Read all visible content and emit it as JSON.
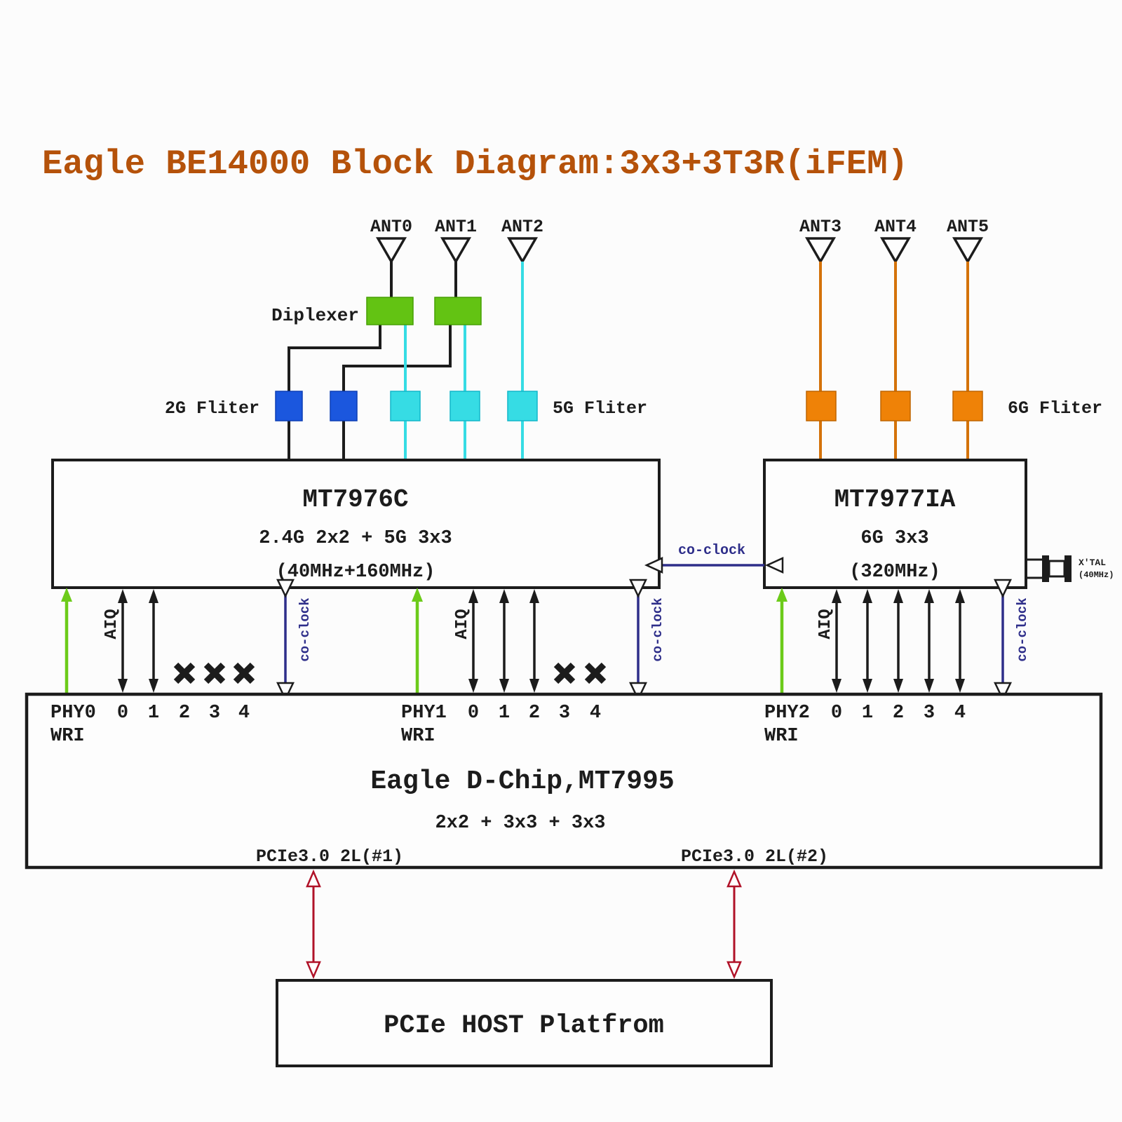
{
  "title": "Eagle BE14000 Block Diagram:3x3+3T3R(iFEM)",
  "antennas": {
    "left": [
      "ANT0",
      "ANT1",
      "ANT2"
    ],
    "right": [
      "ANT3",
      "ANT4",
      "ANT5"
    ]
  },
  "front_end": {
    "diplexer_label": "Diplexer",
    "filter_2g_label": "2G Fliter",
    "filter_5g_label": "5G Fliter",
    "filter_6g_label": "6G Fliter"
  },
  "chips": {
    "mt7976c": {
      "name": "MT7976C",
      "config": "2.4G 2x2 + 5G 3x3",
      "bandwidth": "(40MHz+160MHz)"
    },
    "mt7977ia": {
      "name": "MT7977IA",
      "config": "6G 3x3",
      "bandwidth": "(320MHz)"
    },
    "dchip": {
      "name": "Eagle D-Chip,MT7995",
      "config": "2x2 + 3x3 + 3x3"
    },
    "host": {
      "name": "PCIe HOST Platfrom"
    }
  },
  "phys": [
    {
      "name": "PHY0",
      "sub": "WRI",
      "aiq": "AIQ",
      "pins": [
        "0",
        "1",
        "2",
        "3",
        "4"
      ]
    },
    {
      "name": "PHY1",
      "sub": "WRI",
      "aiq": "AIQ",
      "pins": [
        "0",
        "1",
        "2",
        "3",
        "4"
      ]
    },
    {
      "name": "PHY2",
      "sub": "WRI",
      "aiq": "AIQ",
      "pins": [
        "0",
        "1",
        "2",
        "3",
        "4"
      ]
    }
  ],
  "links": {
    "co_clock": "co-clock"
  },
  "pcie": {
    "lane1": "PCIe3.0 2L(#1)",
    "lane2": "PCIe3.0 2L(#2)"
  },
  "xtal": {
    "name": "X'TAL",
    "freq": "(40MHz)"
  },
  "colors": {
    "title_orange": "#b5520a",
    "diplexer_green": "#63c313",
    "filter_blue": "#1b57de",
    "filter_cyan": "#36dce4",
    "filter_orange": "#ef8207",
    "antenna_orange": "#d4720a",
    "wri_green": "#6ccb1a",
    "coclock_navy": "#2e2e8a",
    "pcie_red": "#b01228",
    "line_black": "#1c1c1c",
    "box_fill": "#fdfdfd"
  }
}
